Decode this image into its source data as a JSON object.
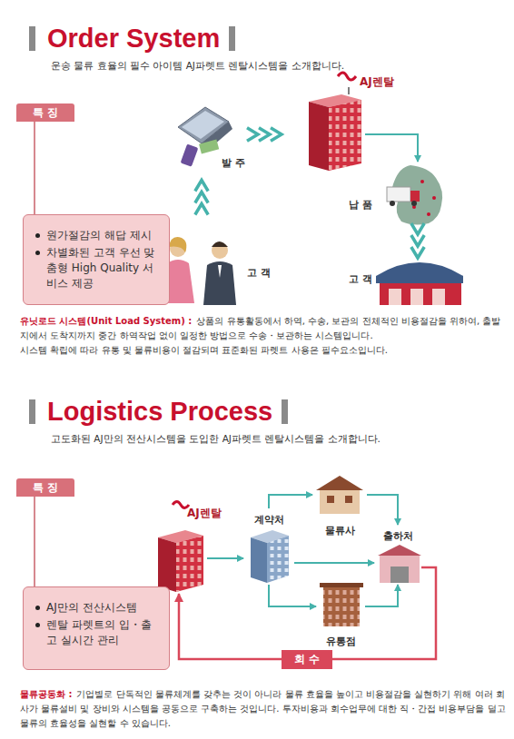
{
  "diagram": {
    "title": "Order System",
    "nodes": [
      {
        "text": [
          "특 징"
        ]
      },
      {
        "text": [
          "원가절감의 해답 제시",
          "차별화된 고객 우선 맞춤형 High Quality 서비스 제공"
        ]
      },
      {
        "text": [
          "발 주"
        ]
      },
      {
        "text": [
          "AJ렌탈"
        ]
      },
      {
        "text": [
          "납 품"
        ]
      },
      {
        "text": [
          "고 객"
        ]
      },
      {
        "text": [
          "고 객"
        ]
      },
      {
        "text": [
          "특 징"
        ]
      },
      {
        "text": [
          "AJ만의 전산시스템",
          "렌탈 파렛트의 입・출고 실시간 관리"
        ]
      },
      {
        "text": [
          "AJ렌탈"
        ]
      },
      {
        "text": [
          "계약처"
        ]
      },
      {
        "text": [
          "물류사"
        ]
      },
      {
        "text": [
          "출하처"
        ]
      },
      {
        "text": [
          "유통점"
        ]
      }
    ],
    "edges": [
      {
        "from": 0,
        "to": 1,
        "arrow": "none"
      },
      {
        "from": 2,
        "to": 3,
        "arrow": "to"
      },
      {
        "from": 3,
        "to": 4,
        "arrow": "to"
      },
      {
        "from": 4,
        "to": 6,
        "arrow": "to"
      },
      {
        "from": 5,
        "to": 2,
        "arrow": "to"
      },
      {
        "from": 7,
        "to": 8,
        "arrow": "none"
      },
      {
        "from": 9,
        "to": 10,
        "arrow": "to"
      },
      {
        "from": 10,
        "to": 11,
        "arrow": "to"
      },
      {
        "from": 10,
        "to": 12,
        "arrow": "to"
      },
      {
        "from": 10,
        "to": 13,
        "arrow": "to"
      },
      {
        "from": 11,
        "to": 12,
        "arrow": "to"
      },
      {
        "from": 13,
        "to": 12,
        "arrow": "to"
      },
      {
        "from": 12,
        "to": 9,
        "label": "회 수",
        "arrow": "to"
      }
    ],
    "labels": [
      "운송 물류 효율의 필수 아이템 AJ파렛트 렌탈시스템을 소개합니다.",
      "유닛로드 시스템(Unit Load System) :",
      "상품의 유통활동에서 하역, 수송, 보관의 전체적인 비용절감을 위하여, 출발지에서 도착지까지 중간 하역작업 없이 일정한 방법으로 수송・보관하는 시스템입니다.",
      "시스템 확립에 따라 유통 및 물류비용이 절감되며 표준화된 파렛트 사용은 필수요소입니다.",
      "Logistics Process",
      "고도화된 AJ만의 전산시스템을 도입한 AJ파렛트 렌탈시스템을 소개합니다.",
      "물류공동화 :",
      "기업별로 단독적인 물류체계를 갖추는 것이 아니라 물류 효율을 높이고 비용절감을 실현하기 위해 여러 회사가 물류설비 및 장비와 시스템을 공동으로 구축하는 것입니다. 투자비용과 회수업무에 대한 직・간접 비용부담을 덜고 물류의 효율성을 실현할 수 있습니다."
    ]
  }
}
